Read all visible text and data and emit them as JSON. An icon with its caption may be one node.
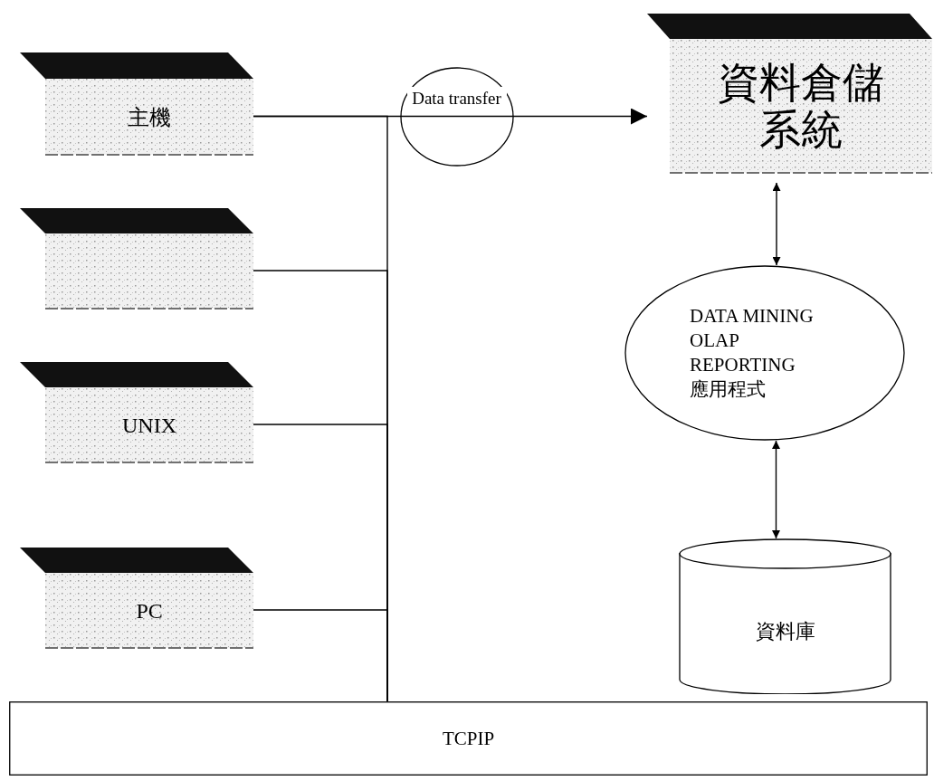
{
  "diagram": {
    "nodes": [
      {
        "text": [
          "主機"
        ]
      },
      {
        "text": [],
        "shape": "box"
      },
      {
        "text": [
          "UNIX"
        ]
      },
      {
        "text": [
          "PC"
        ]
      },
      {
        "text": [
          "資料倉儲系統"
        ]
      },
      {
        "text": [
          "DATA MINING",
          "OLAP",
          "REPORTING",
          "應用程式"
        ]
      },
      {
        "text": [
          "資料庫"
        ]
      },
      {
        "text": [
          "TCPIP"
        ]
      }
    ],
    "edges": [
      {
        "from": 0,
        "to": 4,
        "arrow": "to",
        "label": "Data transfer"
      },
      {
        "from": 0,
        "to": 7,
        "arrow": "none"
      },
      {
        "from": 1,
        "to": 7,
        "arrow": "none"
      },
      {
        "from": 2,
        "to": 7,
        "arrow": "none"
      },
      {
        "from": 3,
        "to": 7,
        "arrow": "none"
      },
      {
        "from": 4,
        "to": 5,
        "arrow": "both"
      },
      {
        "from": 5,
        "to": 6,
        "arrow": "both"
      }
    ]
  }
}
